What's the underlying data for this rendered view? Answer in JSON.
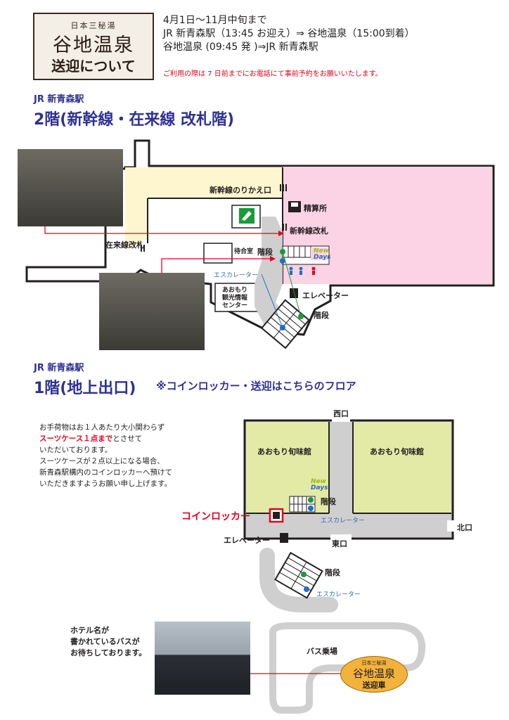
{
  "logo": {
    "small": "日本三秘湯",
    "name": "谷地温泉",
    "subtitle": "送迎について"
  },
  "schedule": {
    "line1": "4月1日～11月中旬まで",
    "line2": "JR 新青森駅（13:45 お迎え）⇒ 谷地温泉（15:00到着）",
    "line3": "谷地温泉 (09:45 発 )⇒JR 新青森駅",
    "notice": "ご利用の際は 7 日前までにお電話にて事前予約をお願いいたします。"
  },
  "floor2": {
    "station": "JR 新青森駅",
    "title": "2階(新幹線・在来線 改札階)",
    "labels": {
      "transfer_gate": "新幹線のりかえ口",
      "fare_adjust": "精算所",
      "shinkansen_gate": "新幹線改札",
      "local_gate": "在来線改札",
      "waiting_room": "待合室",
      "stairs": "階段",
      "escalator": "エスカレーター",
      "tourist_center_1": "あおもり",
      "tourist_center_2": "観光情報",
      "tourist_center_3": "センター",
      "elevator": "エレベーター",
      "stairs2": "階段",
      "newdays_1": "New",
      "newdays_2": "Days"
    }
  },
  "floor1": {
    "station": "JR 新青森駅",
    "title": "1階(地上出口)",
    "note": "※コインロッカー・送迎はこちらのフロア",
    "paragraph": {
      "l1": "お手荷物はお１人あたり大小関わらず",
      "l2_red": "スーツケース１点まで",
      "l2_rest": "とさせて",
      "l3": "いただいております。",
      "l4": "スーツケースが２点以上になる場合、",
      "l5": "新青森駅構内のコインロッカーへ預けて",
      "l6": "いただきますようお願い申し上げます。"
    },
    "labels": {
      "west_exit": "西口",
      "shop_left": "あおもり旬味館",
      "shop_right": "あおもり旬味館",
      "stairs": "階段",
      "escalator": "エスカレーター",
      "coin_locker": "コインロッカー",
      "north_exit": "北口",
      "elevator": "エレベーター",
      "east_exit": "東口",
      "stairs2": "階段",
      "escalator2": "エスカレーター",
      "newdays_1": "New",
      "newdays_2": "Days"
    }
  },
  "bus": {
    "caption_l1": "ホテル名が",
    "caption_l2": "書かれているバスが",
    "caption_l3": "お待ちしております。",
    "stop_label": "バス乗場",
    "sign_small": "日本三秘湯",
    "sign_name": "谷地温泉",
    "sign_sub": "送迎車"
  },
  "colors": {
    "navy": "#2e3192",
    "red": "#e6001f",
    "shinkansen_area": "#fbd3e4",
    "local_area": "#fdf6cf",
    "shop_area": "#e3eaa6",
    "floor_gray": "#cfcfcf",
    "marker_green": "#1a9a3c",
    "marker_blue": "#1f6fc4"
  }
}
